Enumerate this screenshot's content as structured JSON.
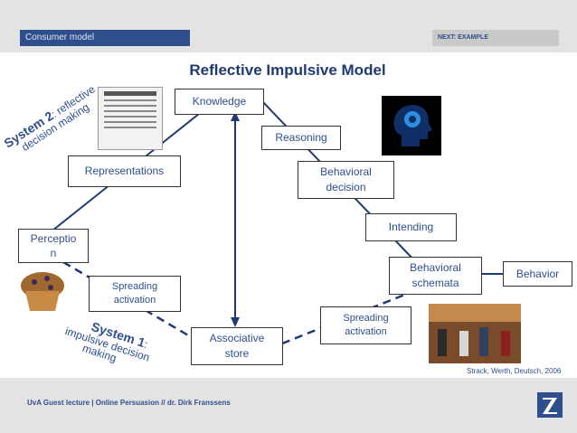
{
  "header": {
    "left_tab": "Consumer model",
    "right_tab": "NEXT: EXAMPLE"
  },
  "title": "Reflective Impulsive Model",
  "nodes": {
    "knowledge": "Knowledge",
    "reasoning": "Reasoning",
    "representations": "Representations",
    "behavioral_decision_1": "Behavioral",
    "behavioral_decision_2": "decision",
    "intending": "Intending",
    "perception_1": "Perceptio",
    "perception_2": "n",
    "behavioral_schemata_1": "Behavioral",
    "behavioral_schemata_2": "schemata",
    "behavior": "Behavior",
    "spreading_activation_left_1": "Spreading",
    "spreading_activation_left_2": "activation",
    "spreading_activation_right_1": "Spreading",
    "spreading_activation_right_2": "activation",
    "associative_store_1": "Associative",
    "associative_store_2": "store"
  },
  "labels": {
    "system2_line1_bold": "System 2",
    "system2_line1_rest": ": reflective",
    "system2_line2": "decision making",
    "system1_line1_bold": "System 1",
    "system1_line1_rest": ":",
    "system1_line2": "impulsive decision",
    "system1_line3": "making"
  },
  "citation": "Strack, Werth, Deutsch, 2006",
  "footer": "UvA Guest lecture | Online Persuasion // dr. Dirk Franssens",
  "colors": {
    "accent": "#2e4f8c",
    "line": "#1f3a73"
  }
}
